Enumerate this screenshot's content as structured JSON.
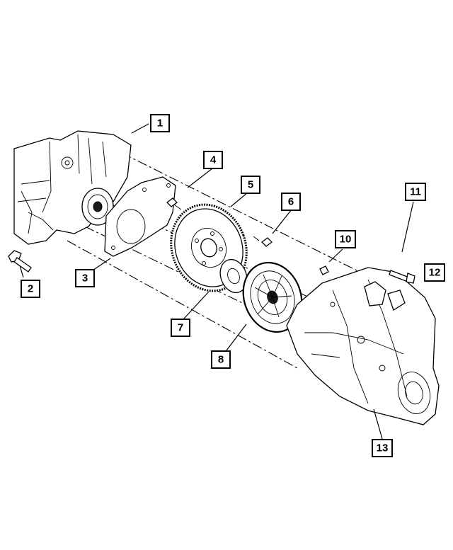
{
  "callouts": [
    {
      "id": "1",
      "label": "1"
    },
    {
      "id": "2",
      "label": "2"
    },
    {
      "id": "3",
      "label": "3"
    },
    {
      "id": "4",
      "label": "4"
    },
    {
      "id": "5",
      "label": "5"
    },
    {
      "id": "6",
      "label": "6"
    },
    {
      "id": "7",
      "label": "7"
    },
    {
      "id": "8",
      "label": "8"
    },
    {
      "id": "10",
      "label": "10"
    },
    {
      "id": "11",
      "label": "11"
    },
    {
      "id": "12",
      "label": "12"
    },
    {
      "id": "13",
      "label": "13"
    }
  ],
  "colors": {
    "ink": "#000000",
    "paper": "#ffffff"
  }
}
